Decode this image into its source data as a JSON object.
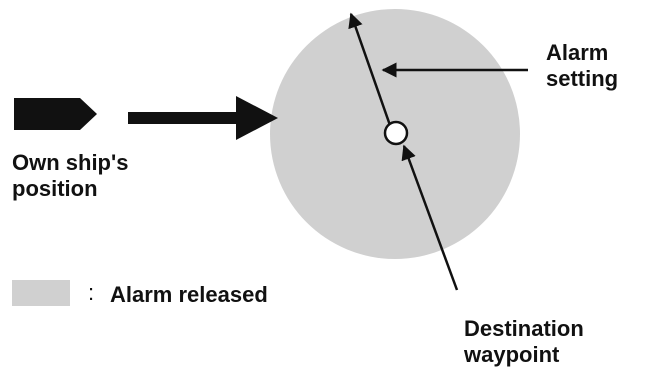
{
  "colors": {
    "alarm_zone": "#d0d0d0",
    "ink": "#111111",
    "background": "#ffffff"
  },
  "labels": {
    "own_ship": "Own ship's\nposition",
    "alarm_setting": "Alarm\nsetting",
    "destination": "Destination\nwaypoint",
    "legend_sep": ":",
    "legend_text": "Alarm released"
  }
}
